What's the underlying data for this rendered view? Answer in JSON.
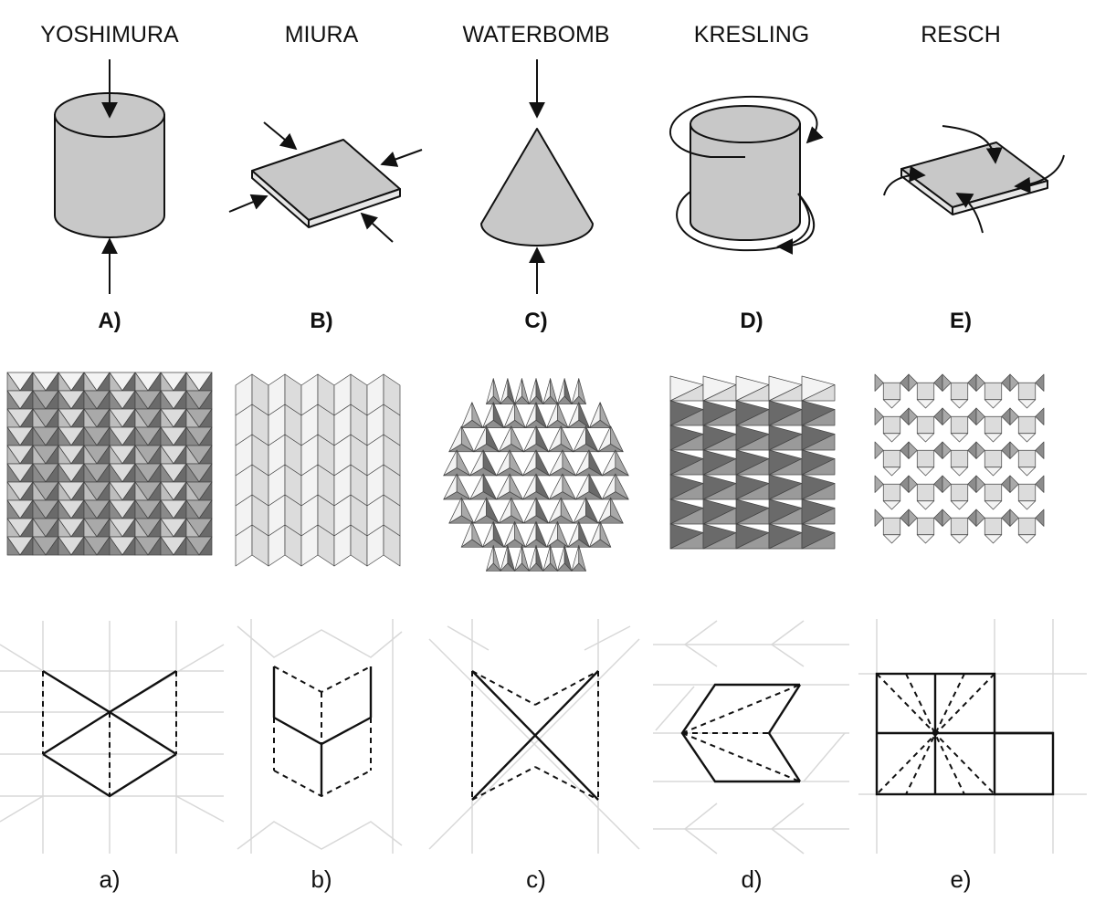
{
  "columns": [
    {
      "title": "YOSHIMURA",
      "upper_label": "A)",
      "lower_label": "a)"
    },
    {
      "title": "MIURA",
      "upper_label": "B)",
      "lower_label": "b)"
    },
    {
      "title": "WATERBOMB",
      "upper_label": "C)",
      "lower_label": "c)"
    },
    {
      "title": "KRESLING",
      "upper_label": "D)",
      "lower_label": "d)"
    },
    {
      "title": "RESCH",
      "upper_label": "E)",
      "lower_label": "e)"
    }
  ],
  "colors": {
    "shape_fill": "#c8c8c8",
    "line": "#111111",
    "grid": "#d8d8d8",
    "facet_dark": "#555555",
    "facet_light": "#f2f2f2"
  }
}
